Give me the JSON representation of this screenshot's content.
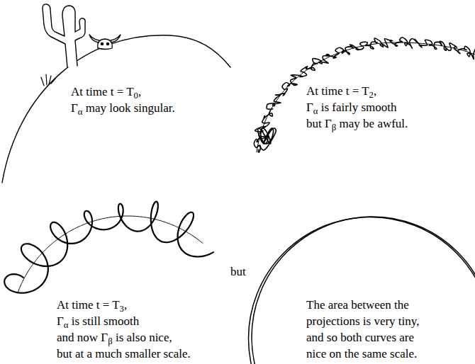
{
  "diagram": {
    "labels": [
      "At time t = T0, Γα may look singular.",
      "At time t = T2, Γα is fairly smooth but Γβ may be awful.",
      "At time t = T3, Γα is still smooth and now Γβ is also nice, but at a much smaller scale.",
      "but",
      "The area between the projections is very tiny, and so both curves are nice on the same scale."
    ]
  }
}
